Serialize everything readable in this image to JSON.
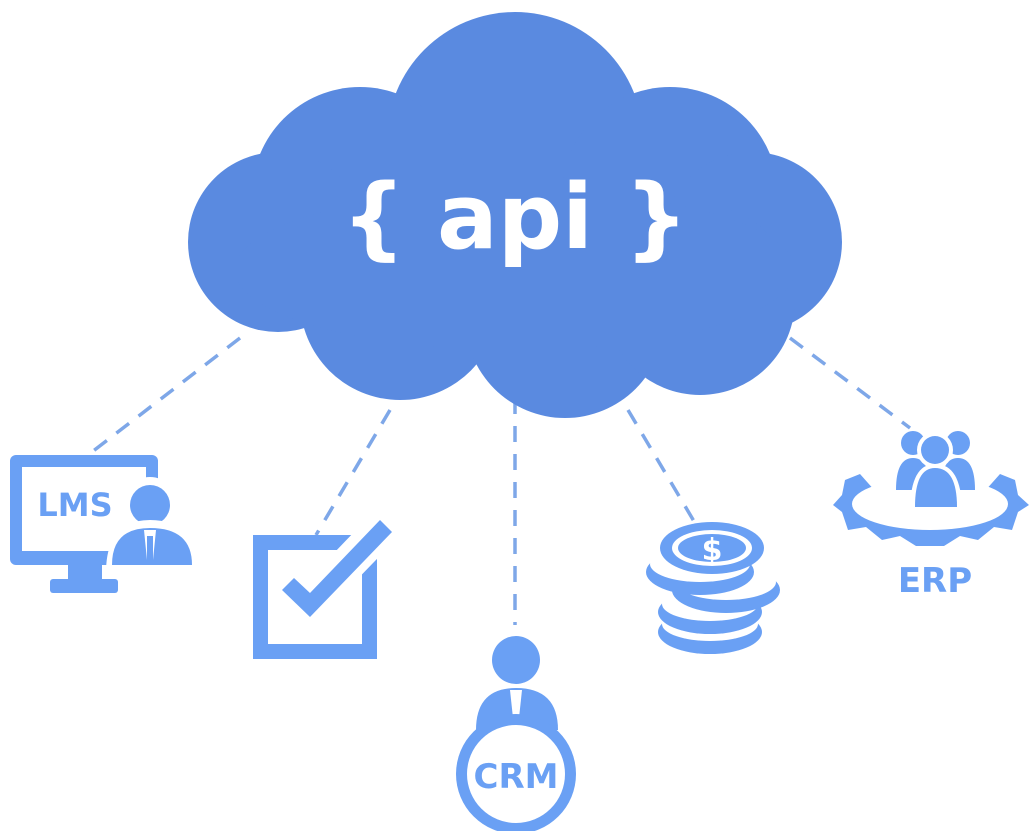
{
  "cloud": {
    "label": "{ api }"
  },
  "nodes": {
    "lms": {
      "label": "LMS"
    },
    "crm": {
      "label": "CRM"
    },
    "erp": {
      "label": "ERP"
    }
  },
  "colors": {
    "cloud": "#5a8ae0",
    "icon": "#6aa0f4",
    "line": "#7ea7e8",
    "white": "#ffffff"
  },
  "icons": {
    "lms": "monitor-user-icon",
    "task": "checkbox-icon",
    "crm": "user-circle-icon",
    "finance": "coin-stack-icon",
    "erp": "team-gear-icon"
  }
}
